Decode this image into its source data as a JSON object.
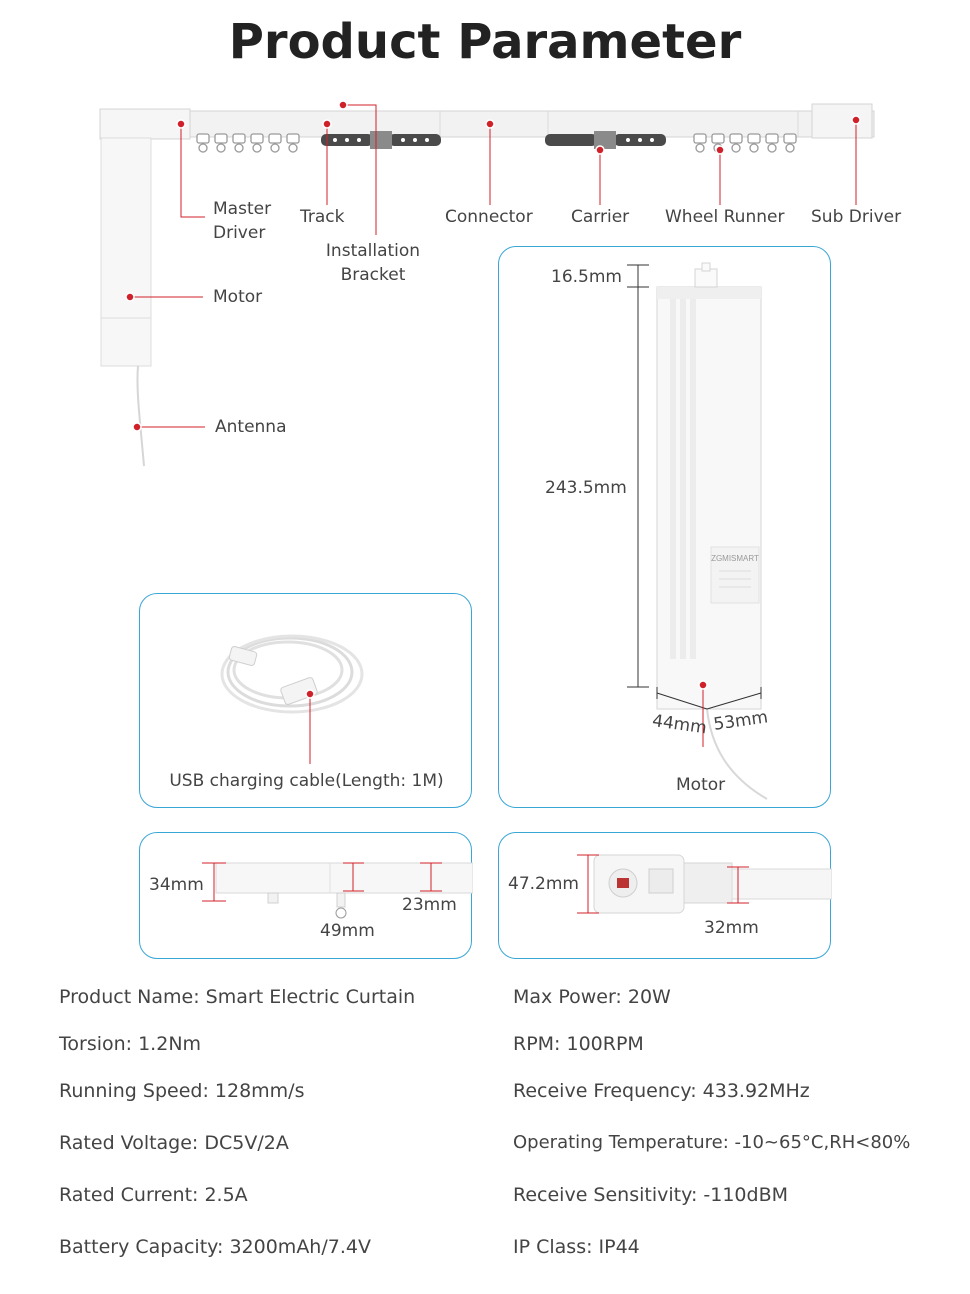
{
  "title": "Product Parameter",
  "diagram": {
    "labels": {
      "master_driver": "Master\nDriver",
      "track": "Track",
      "installation_bracket": "Installation\nBracket",
      "connector": "Connector",
      "carrier": "Carrier",
      "wheel_runner": "Wheel Runner",
      "sub_driver": "Sub Driver",
      "motor": "Motor",
      "antenna": "Antenna"
    }
  },
  "motor_card": {
    "top_dim": "16.5mm",
    "height_dim": "243.5mm",
    "depth_dim": "44mm",
    "width_dim": "53mm",
    "label": "Motor",
    "brand": "ZGMISMART"
  },
  "usb_card": {
    "label": "USB charging cable(Length: 1M)"
  },
  "track_card": {
    "height_dim": "34mm",
    "bracket_dim": "49mm",
    "inner_dim": "23mm"
  },
  "motor_end_card": {
    "height_dim": "47.2mm",
    "rail_dim": "32mm"
  },
  "specs": {
    "left": [
      "Product Name: Smart Electric Curtain",
      "Torsion: 1.2Nm",
      "Running Speed: 128mm/s",
      "Rated Voltage: DC5V/2A",
      "Rated  Current: 2.5A",
      "Battery Capacity: 3200mAh/7.4V"
    ],
    "right": [
      "Max Power: 20W",
      "RPM: 100RPM",
      "Receive Frequency: 433.92MHz",
      "Operating Temperature: -10~65°C,RH<80%",
      "Receive Sensitivity: -110dBM",
      "IP Class: IP44"
    ]
  },
  "colors": {
    "accent_red": "#d0202a",
    "card_border": "#3aa6d6"
  }
}
